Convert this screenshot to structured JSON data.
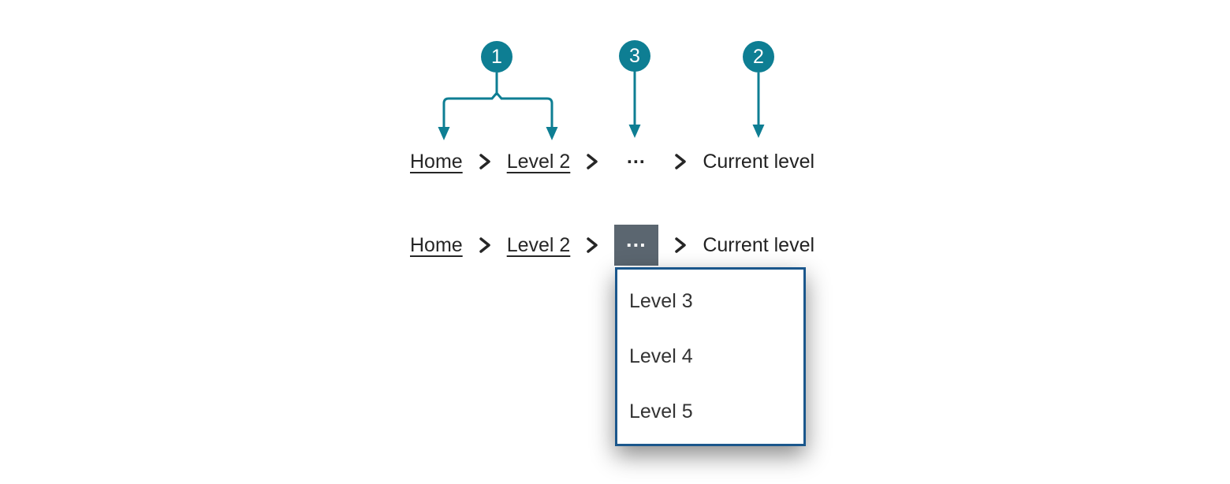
{
  "colors": {
    "accent_teal": "#0e7e93",
    "overflow_button_bg": "#5b6670",
    "dropdown_border": "#1b578c",
    "text_dark": "#262626"
  },
  "callouts": [
    {
      "number": "1"
    },
    {
      "number": "3"
    },
    {
      "number": "2"
    }
  ],
  "breadcrumbs": [
    {
      "links": [
        "Home",
        "Level 2"
      ],
      "overflow": "…",
      "current": "Current level"
    },
    {
      "links": [
        "Home",
        "Level 2"
      ],
      "overflow": "…",
      "current": "Current level"
    }
  ],
  "dropdown": {
    "items": [
      "Level 3",
      "Level 4",
      "Level 5"
    ]
  }
}
